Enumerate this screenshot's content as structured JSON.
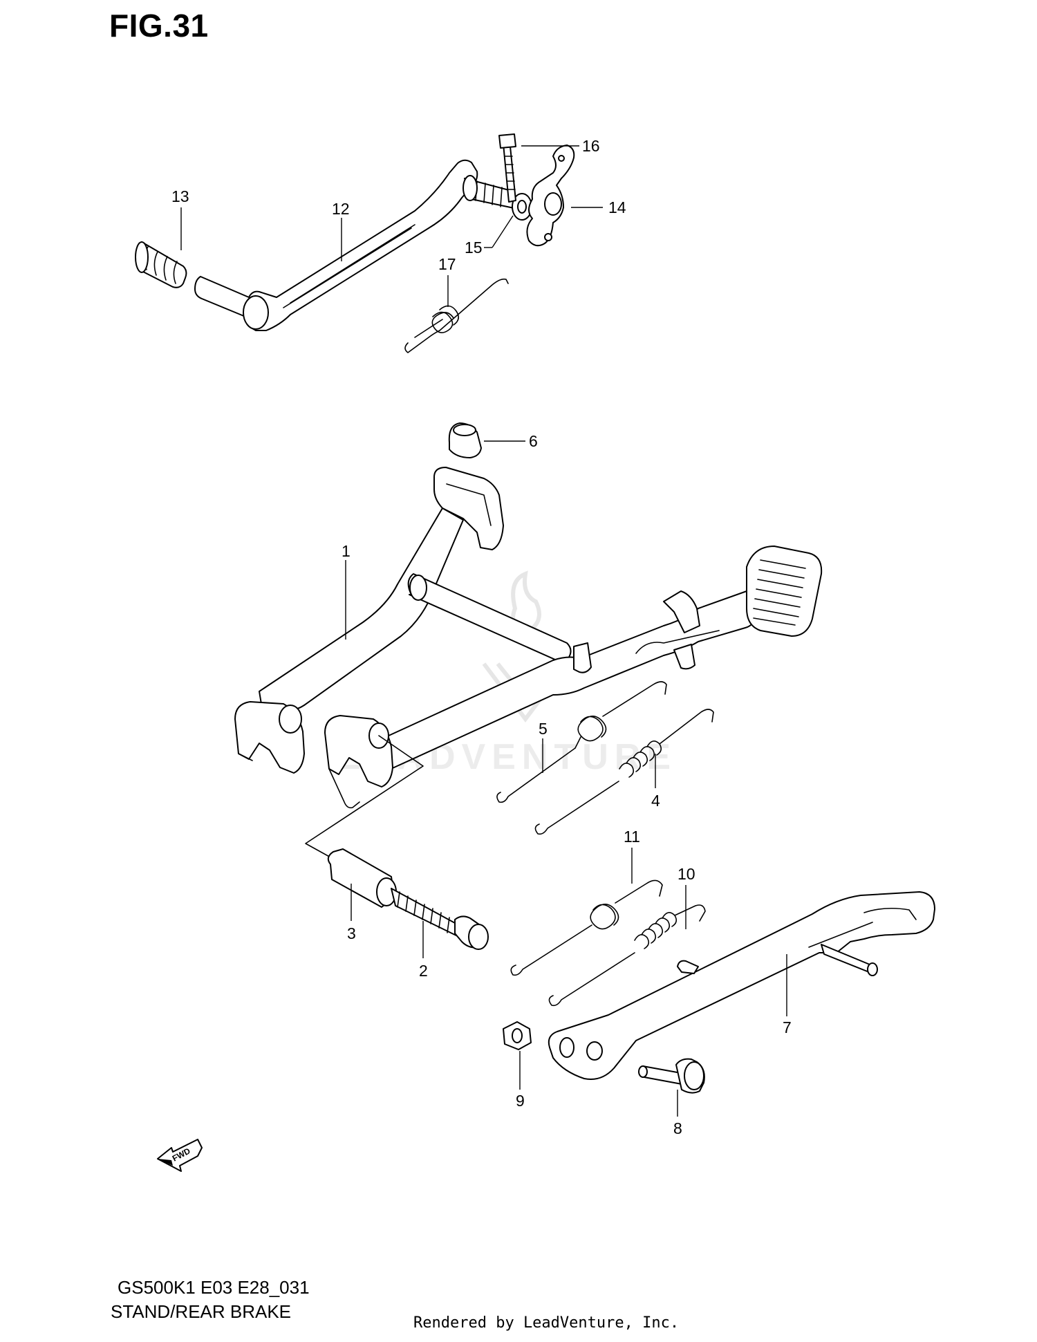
{
  "figure": {
    "title": "FIG.31"
  },
  "footer": {
    "model_code": "GS500K1 E03 E28_031",
    "section_name": "STAND/REAR BRAKE",
    "render_credit": "Rendered by LeadVenture, Inc."
  },
  "watermark": {
    "text": "LEADVENTURE"
  },
  "fwd_badge": {
    "text": "FWD"
  },
  "callouts": [
    {
      "id": "1",
      "label": "1"
    },
    {
      "id": "2",
      "label": "2"
    },
    {
      "id": "3",
      "label": "3"
    },
    {
      "id": "4",
      "label": "4"
    },
    {
      "id": "5",
      "label": "5"
    },
    {
      "id": "6",
      "label": "6"
    },
    {
      "id": "7",
      "label": "7"
    },
    {
      "id": "8",
      "label": "8"
    },
    {
      "id": "9",
      "label": "9"
    },
    {
      "id": "10",
      "label": "10"
    },
    {
      "id": "11",
      "label": "11"
    },
    {
      "id": "12",
      "label": "12"
    },
    {
      "id": "13",
      "label": "13"
    },
    {
      "id": "14",
      "label": "14"
    },
    {
      "id": "15",
      "label": "15"
    },
    {
      "id": "16",
      "label": "16"
    },
    {
      "id": "17",
      "label": "17"
    }
  ]
}
